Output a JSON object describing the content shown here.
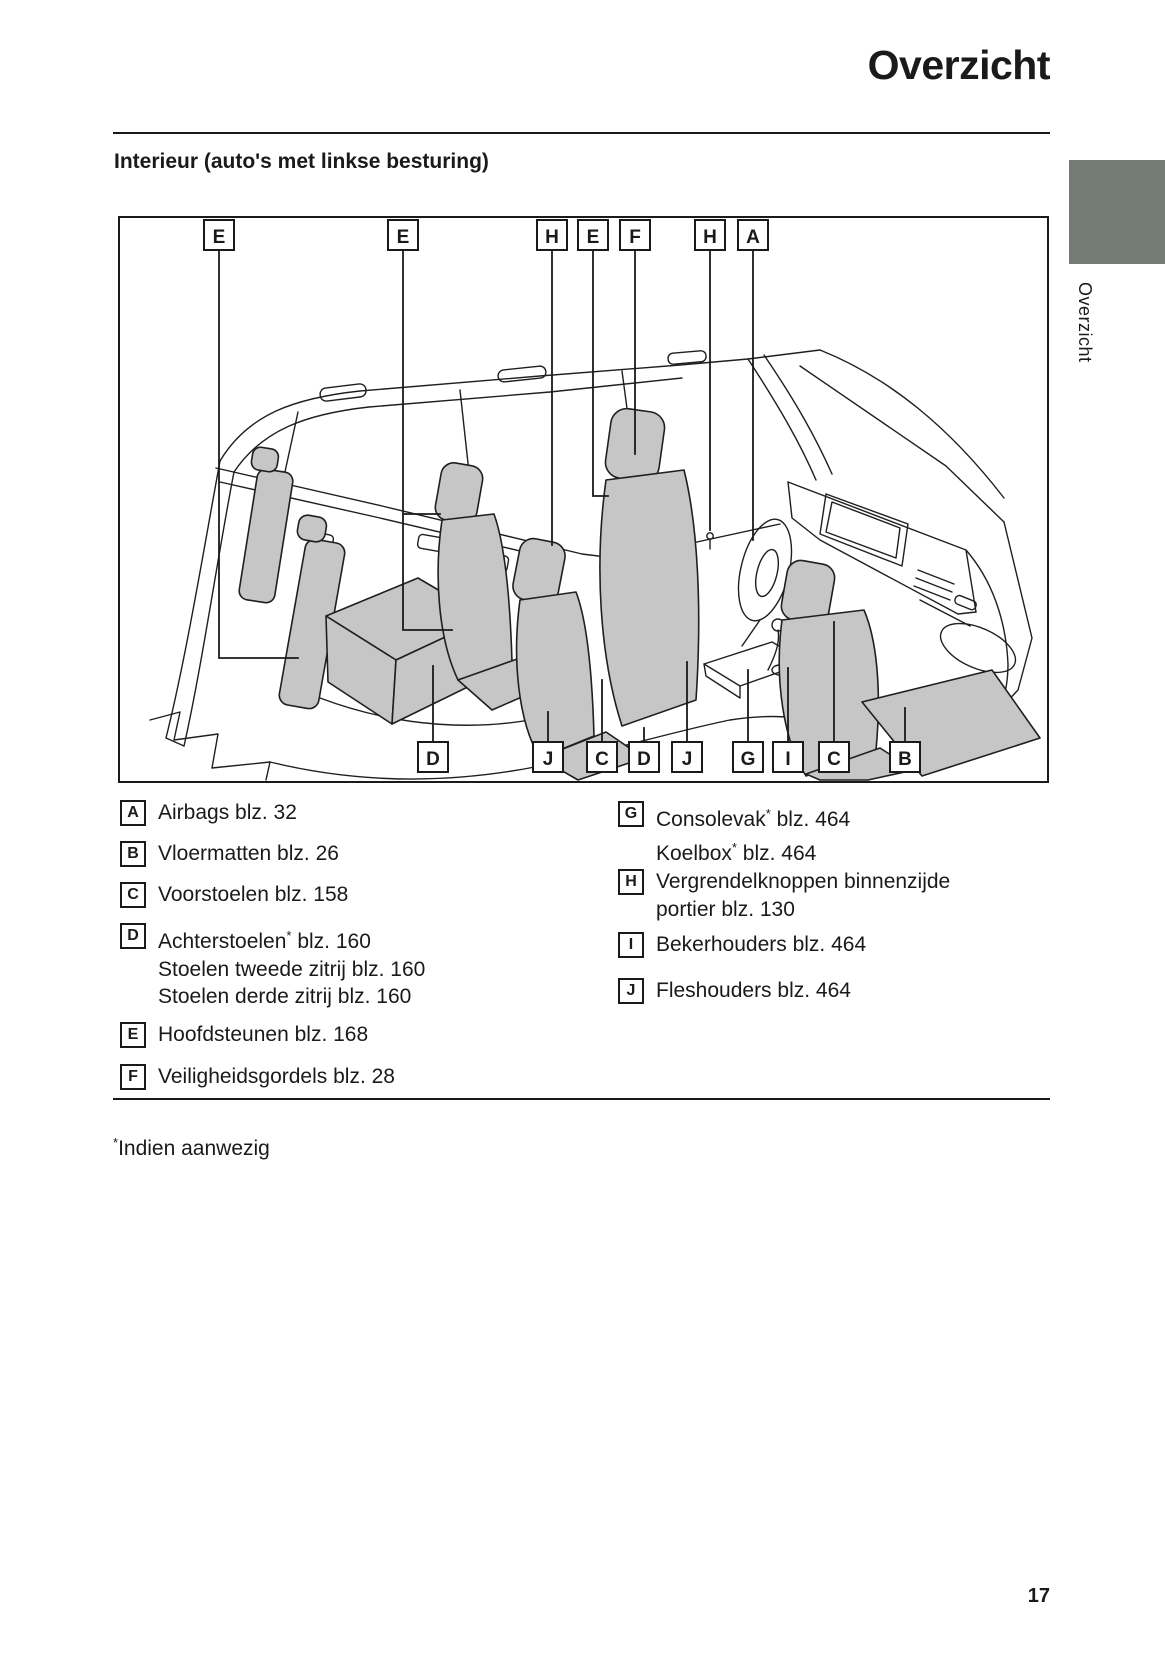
{
  "page": {
    "title": "Overzicht",
    "section_heading": "Interieur (auto's met linkse besturing)",
    "side_tab_label": "Overzicht",
    "footnote_sup": "*",
    "footnote_text": "Indien aanwezig",
    "page_number": "17"
  },
  "colors": {
    "ink": "#1a1a1a",
    "chapter_tab": "#747a74",
    "seat_fill": "#c6c6c6"
  },
  "diagram": {
    "description": "interior-cutaway-line-drawing",
    "top_callouts": [
      {
        "label": "E"
      },
      {
        "label": "E"
      },
      {
        "label": "H"
      },
      {
        "label": "E"
      },
      {
        "label": "F"
      },
      {
        "label": "H"
      },
      {
        "label": "A"
      }
    ],
    "bottom_callouts": [
      {
        "label": "D"
      },
      {
        "label": "J"
      },
      {
        "label": "C"
      },
      {
        "label": "D"
      },
      {
        "label": "J"
      },
      {
        "label": "G"
      },
      {
        "label": "I"
      },
      {
        "label": "C"
      },
      {
        "label": "B"
      }
    ]
  },
  "legend": {
    "left": [
      {
        "key": "A",
        "lines": [
          {
            "pre": "Airbags blz. 32"
          }
        ]
      },
      {
        "key": "B",
        "lines": [
          {
            "pre": "Vloermatten blz. 26"
          }
        ]
      },
      {
        "key": "C",
        "lines": [
          {
            "pre": "Voorstoelen blz. 158"
          }
        ]
      },
      {
        "key": "D",
        "lines": [
          {
            "pre": "Achterstoelen",
            "sup": "*",
            "post": " blz. 160"
          },
          {
            "pre": "Stoelen tweede zitrij blz. 160"
          },
          {
            "pre": "Stoelen derde zitrij blz. 160"
          }
        ]
      },
      {
        "key": "E",
        "lines": [
          {
            "pre": "Hoofdsteunen blz. 168"
          }
        ]
      },
      {
        "key": "F",
        "lines": [
          {
            "pre": "Veiligheidsgordels blz. 28"
          }
        ]
      }
    ],
    "right": [
      {
        "key": "G",
        "lines": [
          {
            "pre": "Consolevak",
            "sup": "*",
            "post": " blz. 464"
          },
          {
            "pre": "Koelbox",
            "sup": "*",
            "post": " blz. 464"
          }
        ]
      },
      {
        "key": "H",
        "lines": [
          {
            "pre": "Vergrendelknoppen binnenzijde"
          },
          {
            "pre": "portier blz. 130"
          }
        ]
      },
      {
        "key": "I",
        "lines": [
          {
            "pre": "Bekerhouders blz. 464"
          }
        ]
      },
      {
        "key": "J",
        "lines": [
          {
            "pre": "Fleshouders blz. 464"
          }
        ]
      }
    ]
  }
}
